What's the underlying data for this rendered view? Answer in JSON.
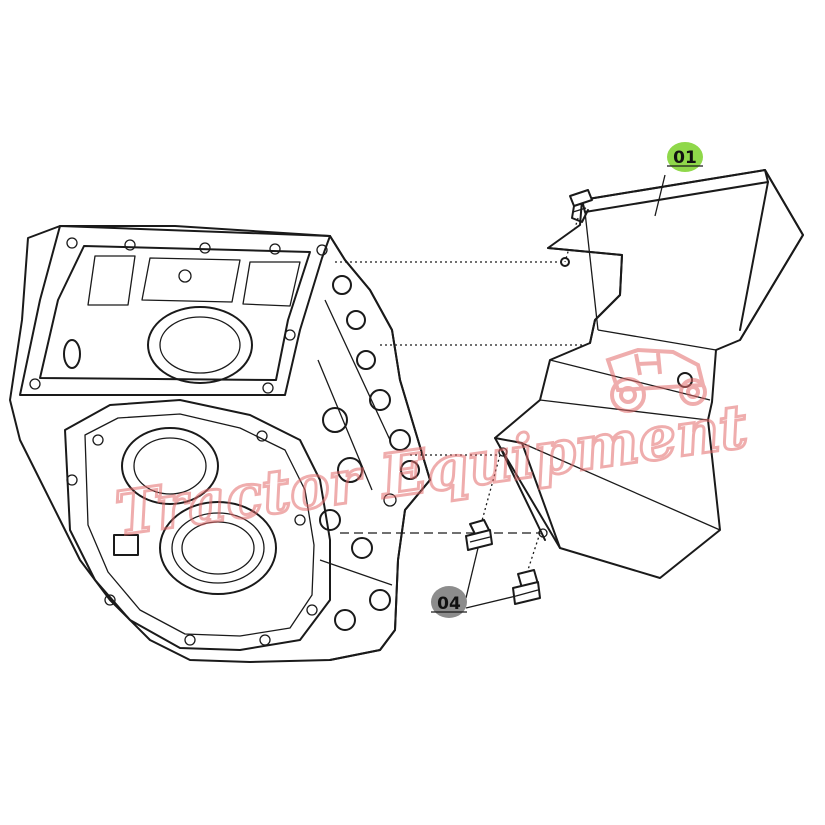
{
  "colors": {
    "callout_part_01": "#8fd84a",
    "callout_part_04": "#8c8c8c",
    "watermark": "#e36b6b",
    "line": "#1a1a1a"
  },
  "callouts": [
    {
      "label": "01",
      "color_key": "callout_part_01"
    },
    {
      "label": "04",
      "color_key": "callout_part_04"
    }
  ],
  "watermark": {
    "text": "Tractor Equipment",
    "icon": "tractor-icon"
  }
}
